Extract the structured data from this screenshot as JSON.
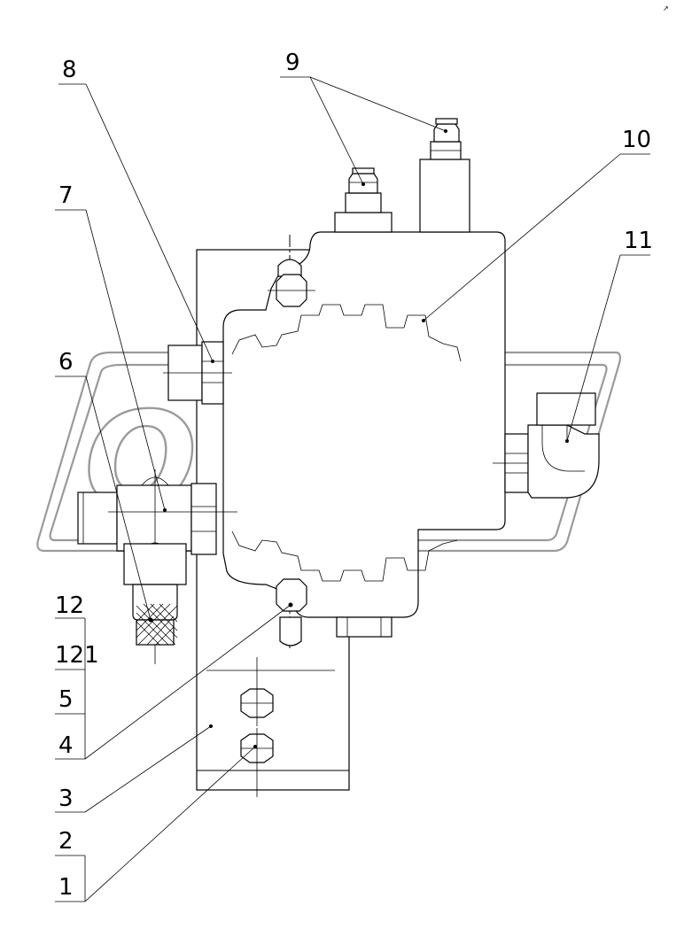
{
  "diagram": {
    "watermark_text": "OPEX",
    "corner_mark": "↗",
    "callouts": [
      {
        "id": "c1",
        "label": "1"
      },
      {
        "id": "c2",
        "label": "2"
      },
      {
        "id": "c3",
        "label": "3"
      },
      {
        "id": "c4",
        "label": "4"
      },
      {
        "id": "c5",
        "label": "5"
      },
      {
        "id": "c6",
        "label": "6"
      },
      {
        "id": "c7",
        "label": "7"
      },
      {
        "id": "c8",
        "label": "8"
      },
      {
        "id": "c9",
        "label": "9"
      },
      {
        "id": "c10",
        "label": "10"
      },
      {
        "id": "c11",
        "label": "11"
      },
      {
        "id": "c12",
        "label": "12"
      },
      {
        "id": "c121",
        "label": "121"
      }
    ]
  }
}
